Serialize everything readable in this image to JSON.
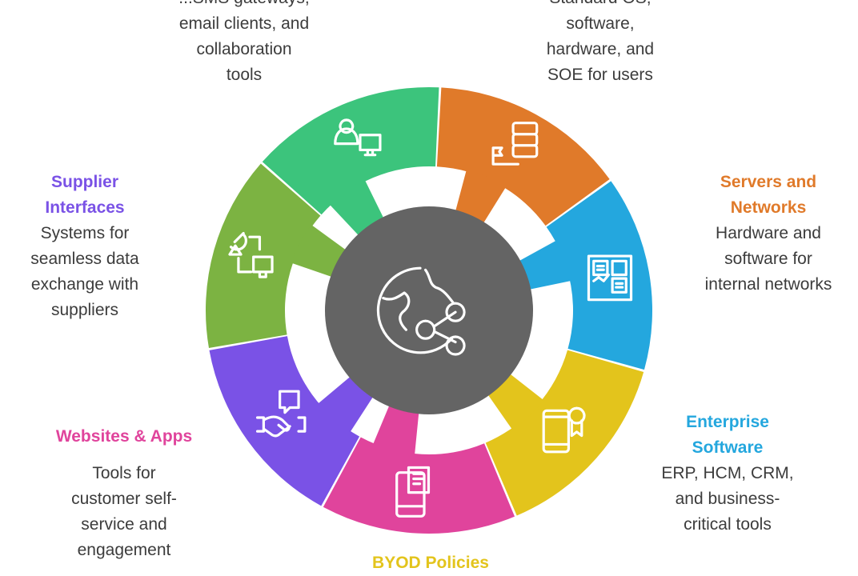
{
  "segments": [
    {
      "key": "top-left",
      "title": "",
      "description": [
        "...SMS gateways,",
        "email clients, and",
        "collaboration",
        "tools"
      ],
      "color": "#7cb342",
      "icon": "satellite-monitor-icon"
    },
    {
      "key": "top-right",
      "title": "",
      "description": [
        "Standard OS,",
        "software,",
        "hardware, and",
        "SOE for users"
      ],
      "color": "#3cc47c",
      "icon": "user-computer-icon"
    },
    {
      "key": "servers",
      "title": [
        "Servers and",
        "Networks"
      ],
      "description": [
        "Hardware and",
        "software for",
        "internal networks"
      ],
      "color": "#e07a2a",
      "icon": "server-icon"
    },
    {
      "key": "enterprise",
      "title": [
        "Enterprise",
        "Software"
      ],
      "description": [
        "ERP, HCM, CRM,",
        "and business-",
        "critical tools"
      ],
      "color": "#24a7de",
      "icon": "dashboard-icon"
    },
    {
      "key": "byod",
      "title": [
        "BYOD Policies"
      ],
      "description": [],
      "color": "#e3c41c",
      "icon": "mobile-certificate-icon"
    },
    {
      "key": "websites",
      "title": [
        "Websites & Apps"
      ],
      "description": [
        "Tools for",
        "customer self-",
        "service and",
        "engagement"
      ],
      "color": "#e0449c",
      "icon": "mobile-document-icon"
    },
    {
      "key": "supplier",
      "title": [
        "Supplier",
        "Interfaces"
      ],
      "description": [
        "Systems for",
        "seamless data",
        "exchange with",
        "suppliers"
      ],
      "color": "#7a52e6",
      "icon": "handshake-chat-icon"
    }
  ],
  "center": {
    "color": "#646464",
    "icon": "globe-share-icon"
  }
}
